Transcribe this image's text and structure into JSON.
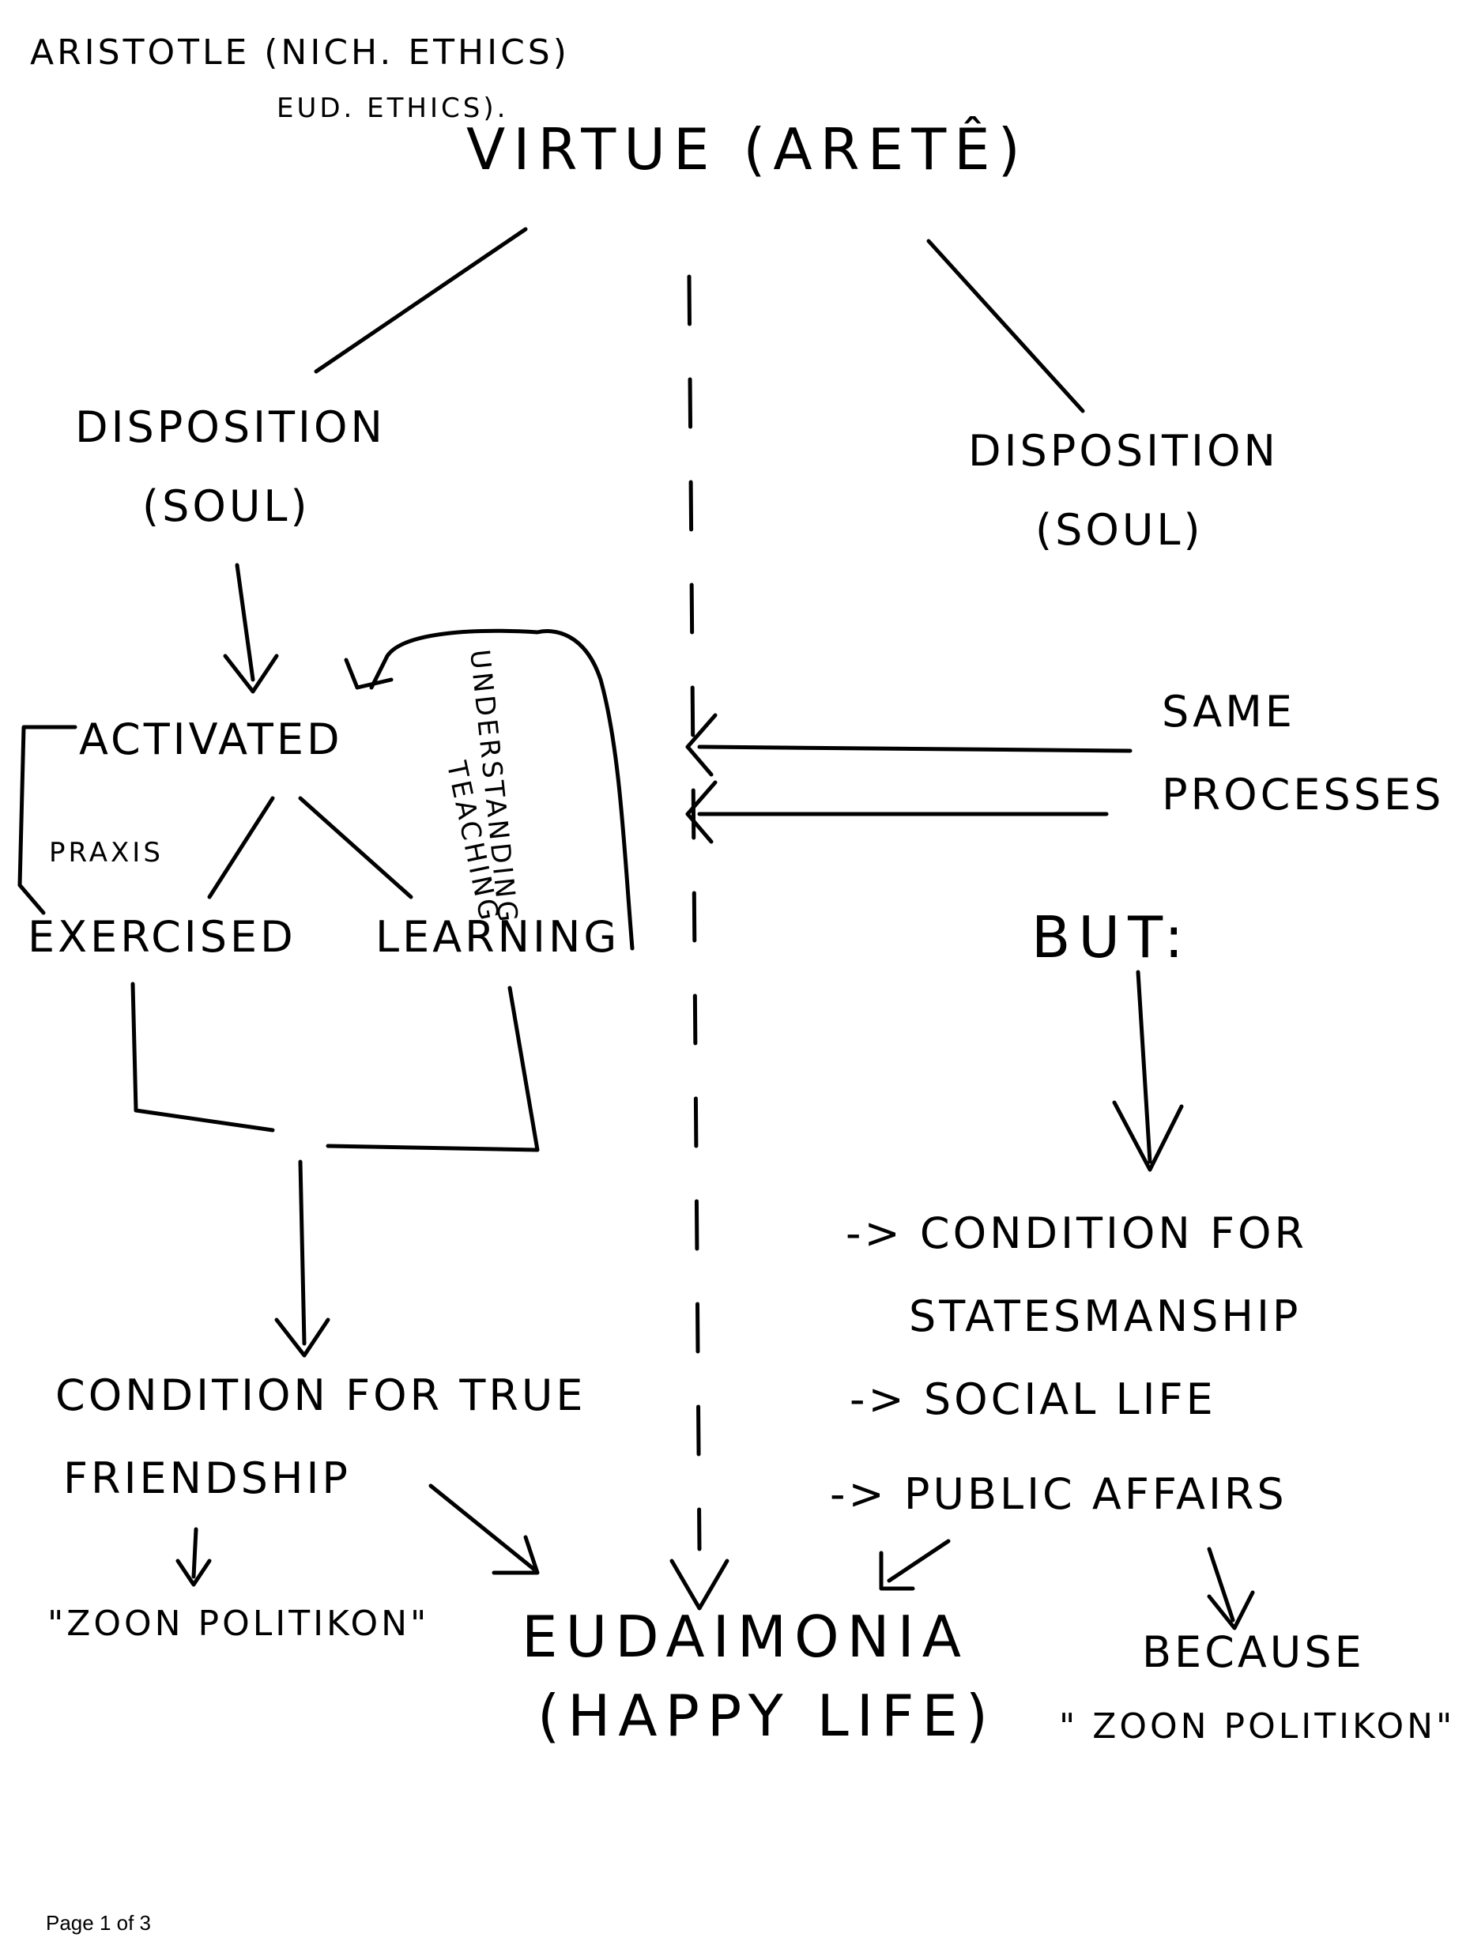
{
  "header": {
    "author_line": "ARISTOTLE (NICH. ETHICS)",
    "sub_line": "EUD. ETHICS)."
  },
  "root": {
    "title": "VIRTUE (ARETÊ)"
  },
  "left": {
    "disposition": [
      "DISPOSITION",
      "(SOUL)"
    ],
    "activated": "ACTIVATED",
    "praxis": "PRAXIS",
    "exercised": "EXERCISED",
    "learning": "LEARNING",
    "teaching": "TEACHING",
    "understanding": "UNDERSTANDING",
    "condition": [
      "CONDITION FOR TRUE",
      "FRIENDSHIP"
    ],
    "zoon": "\"ZOON POLITIKON\""
  },
  "center": {
    "eudaimonia": [
      "EUDAIMONIA",
      "(HAPPY LIFE)"
    ]
  },
  "right": {
    "disposition": [
      "DISPOSITION",
      "(SOUL)"
    ],
    "same_processes": [
      "SAME",
      "PROCESSES"
    ],
    "but": "BUT:",
    "conditions": [
      "-> CONDITION FOR",
      "STATESMANSHIP",
      "-> SOCIAL LIFE",
      "-> PUBLIC AFFAIRS"
    ],
    "because": [
      "BECAUSE",
      "\" ZOON POLITIKON\""
    ]
  },
  "footer": {
    "page": "Page 1 of 3"
  }
}
